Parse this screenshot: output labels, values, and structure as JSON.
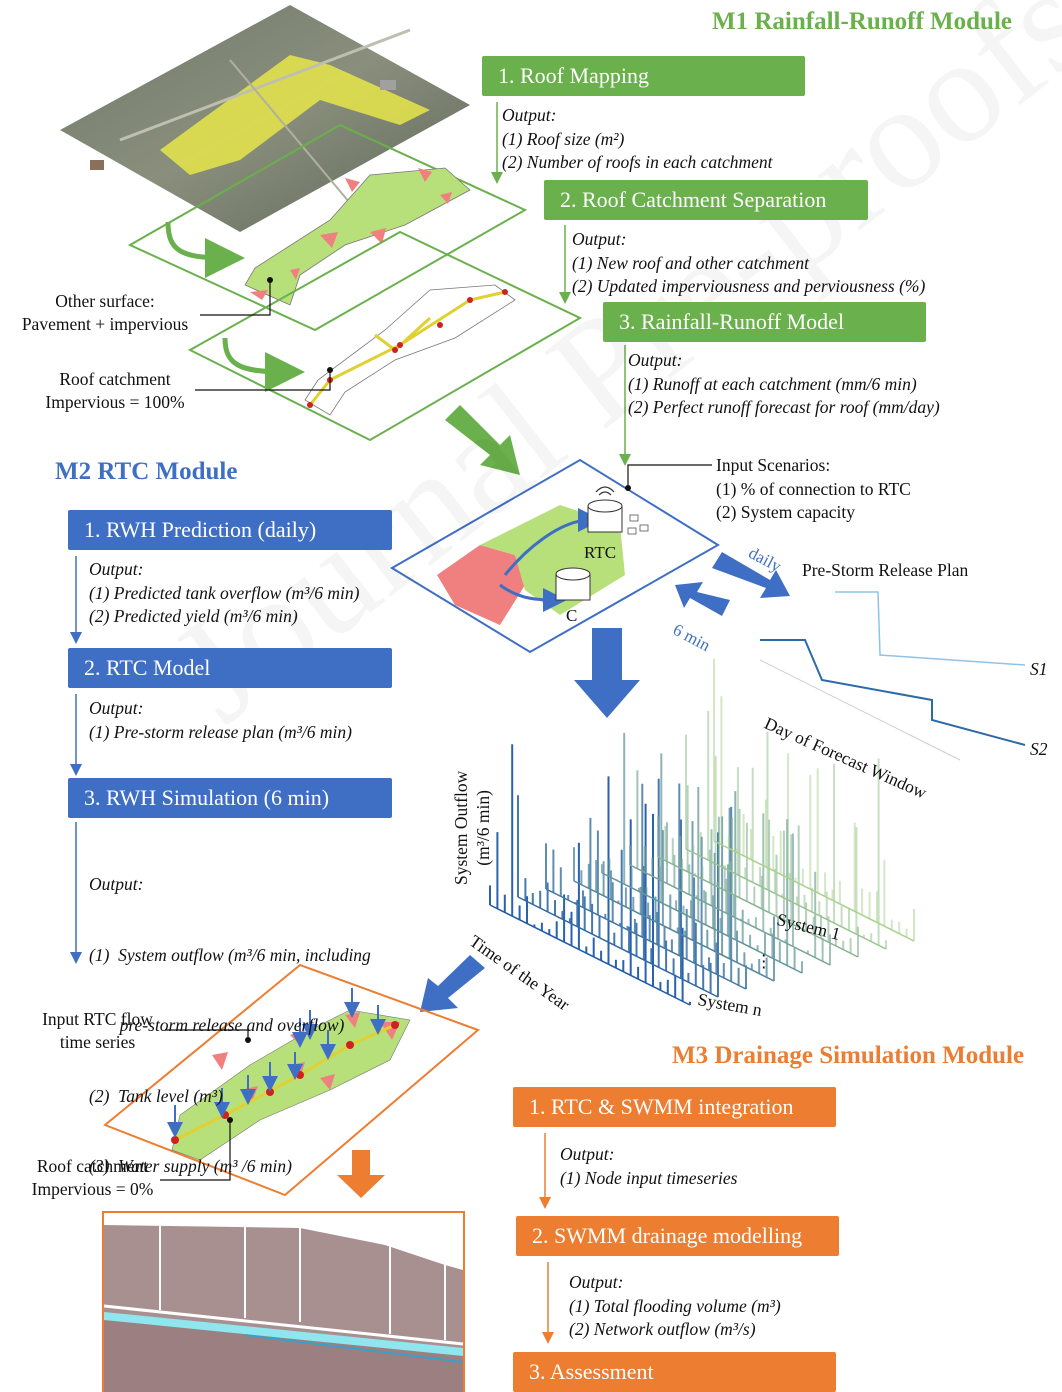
{
  "colors": {
    "m1": "#6ab04c",
    "m2": "#3f6fc4",
    "m3": "#ed7d31",
    "roof": "#f08080",
    "catchment": "#b8e07a"
  },
  "m1": {
    "title": "M1 Rainfall-Runoff Module",
    "step1": "1. Roof Mapping",
    "step1_output_label": "Output:",
    "step1_outputs": [
      "(1)  Roof size (m²)",
      "(2)  Number of roofs in each catchment"
    ],
    "step2": "2. Roof Catchment Separation",
    "step2_output_label": "Output:",
    "step2_outputs": [
      "(1)  New roof and other catchment",
      "(2)  Updated imperviousness and perviousness (%)"
    ],
    "step3": "3. Rainfall-Runoff Model",
    "step3_output_label": "Output:",
    "step3_outputs": [
      "(1)  Runoff at each catchment (mm/6 min)",
      "(2)  Perfect runoff forecast for roof (mm/day)"
    ],
    "label_other_surface": [
      "Other surface:",
      "Pavement + impervious"
    ],
    "label_roof": [
      "Roof catchment",
      "Impervious = 100%"
    ]
  },
  "m2": {
    "title": "M2 RTC Module",
    "step1": "1. RWH Prediction (daily)",
    "step1_output_label": "Output:",
    "step1_outputs": [
      "(1)  Predicted tank overflow (m³/6 min)",
      "(2)  Predicted yield (m³/6 min)"
    ],
    "step2": "2. RTC Model",
    "step2_output_label": "Output:",
    "step2_outputs": [
      "(1)  Pre-storm release plan (m³/6 min)"
    ],
    "step3": "3. RWH Simulation (6 min)",
    "step3_output_label": "Output:",
    "step3_outputs": [
      "(1)  System outflow (m³/6 min, including",
      "       pre-storm release and overflow)",
      "(2)  Tank level (m³)",
      "(3)  Water supply (m³ /6 min)"
    ],
    "input_scenarios": [
      "Input Scenarios:",
      "(1)  % of connection to RTC",
      "(2)  System capacity"
    ],
    "tank_rtc": "RTC",
    "tank_c": "C",
    "daily": "daily",
    "six_min": "6 min",
    "release_plan_title": "Pre-Storm Release Plan",
    "release_plan_axis": "Day of Forecast Window",
    "s1": "S1",
    "s2": "S2",
    "outflow_ylabel": [
      "System Outflow",
      "(m³/6 min)"
    ],
    "outflow_xlabel": "Time of the Year",
    "system1": "System 1",
    "dots": "⋮",
    "systemn": "System n"
  },
  "m3": {
    "title": "M3 Drainage Simulation Module",
    "step1": "1. RTC & SWMM integration",
    "step1_output_label": "Output:",
    "step1_outputs": [
      "(1)  Node input timeseries"
    ],
    "step2": "2. SWMM drainage modelling",
    "step2_output_label": "Output:",
    "step2_outputs": [
      "(1)  Total flooding volume (m³)",
      "(2)  Network outflow (m³/s)"
    ],
    "step3": "3. Assessment",
    "label_input_rtc": [
      "Input RTC flow",
      "time series"
    ],
    "label_roof": [
      "Roof catchment",
      "Impervious = 0%"
    ]
  },
  "watermark": "Journal Pre-proofs"
}
